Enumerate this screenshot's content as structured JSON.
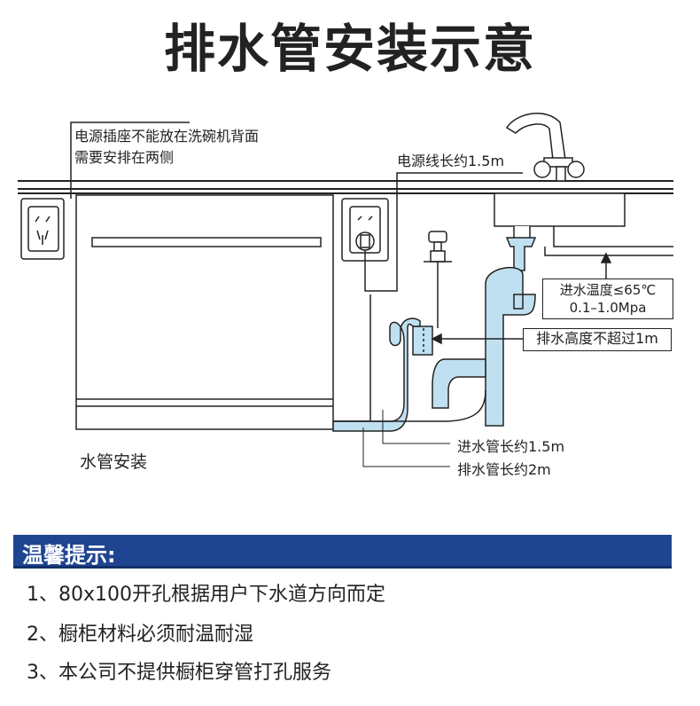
{
  "title": "排水管安装示意",
  "labels": {
    "socket_note_line1": "电源插座不能放在洗碗机背面",
    "socket_note_line2": "需要安排在两侧",
    "power_cord": "电源线长约1.5m",
    "inlet_temp_line1": "进水温度≤65℃",
    "inlet_temp_line2": "0.1–1.0Mpa",
    "drain_height": "排水高度不超过1m",
    "inlet_hose": "进水管长约1.5m",
    "drain_hose": "排水管长约2m",
    "water_install": "水管安装"
  },
  "tips": {
    "header": "温馨提示:",
    "items": [
      "1、80x100开孔根据用户下水道方向而定",
      "2、橱柜材料必须耐温耐湿",
      "3、本公司不提供橱柜穿管打孔服务"
    ]
  },
  "colors": {
    "pipe": "#bfe0f0",
    "tips_bg": "#1f4590",
    "line": "#222222"
  }
}
